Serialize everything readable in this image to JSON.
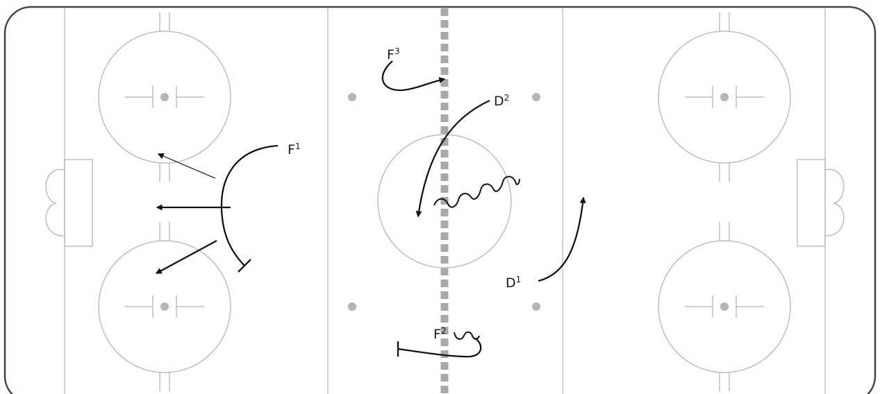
{
  "colors": {
    "board": "#444444",
    "marking": "#bdbdbd",
    "center_line": "#a9a9a9",
    "dot": "#b5b5b5",
    "path": "#111111"
  },
  "players": {
    "f1": {
      "letter": "F",
      "number": "1"
    },
    "f2": {
      "letter": "F",
      "number": "2"
    },
    "f3": {
      "letter": "F",
      "number": "3"
    },
    "d1": {
      "letter": "D",
      "number": "1"
    },
    "d2": {
      "letter": "D",
      "number": "2"
    }
  }
}
